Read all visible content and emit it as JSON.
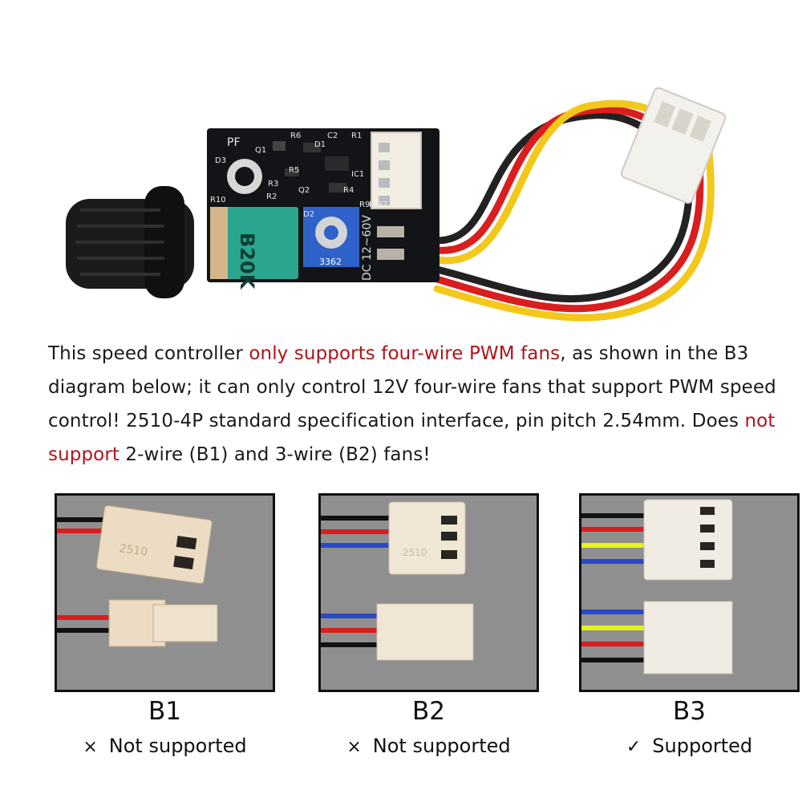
{
  "product": {
    "pcb_labels": {
      "brand": "PF",
      "pot_marking": "B20K",
      "voltage": "DC 12~60V",
      "trimmer": "3362",
      "refs": [
        "R6",
        "C2",
        "R1",
        "D1",
        "Q1",
        "D3",
        "R5",
        "IC1",
        "R3",
        "R2",
        "Q2",
        "R4",
        "R10",
        "D2",
        "R9",
        "R8",
        "R7"
      ]
    },
    "wire_colors": [
      "#222222",
      "#d81e1e",
      "#f2c81a"
    ]
  },
  "description": {
    "part1": "This speed controller ",
    "highlight1": "only supports four-wire PWM fans",
    "part2": ", as shown in the B3 diagram below; it can only control 12V four-wire fans that support PWM speed control! 2510-4P standard specification interface, pin pitch 2.54mm. Does ",
    "highlight2": "not support",
    "part3": " 2-wire (B1) and 3-wire (B2) fans!",
    "highlight_color": "#b3121a"
  },
  "panels": [
    {
      "code": "B1",
      "mark": "×",
      "status": "Not supported",
      "connector_marking": "2510"
    },
    {
      "code": "B2",
      "mark": "×",
      "status": "Not supported",
      "connector_marking": "2510"
    },
    {
      "code": "B3",
      "mark": "✓",
      "status": "Supported"
    }
  ]
}
